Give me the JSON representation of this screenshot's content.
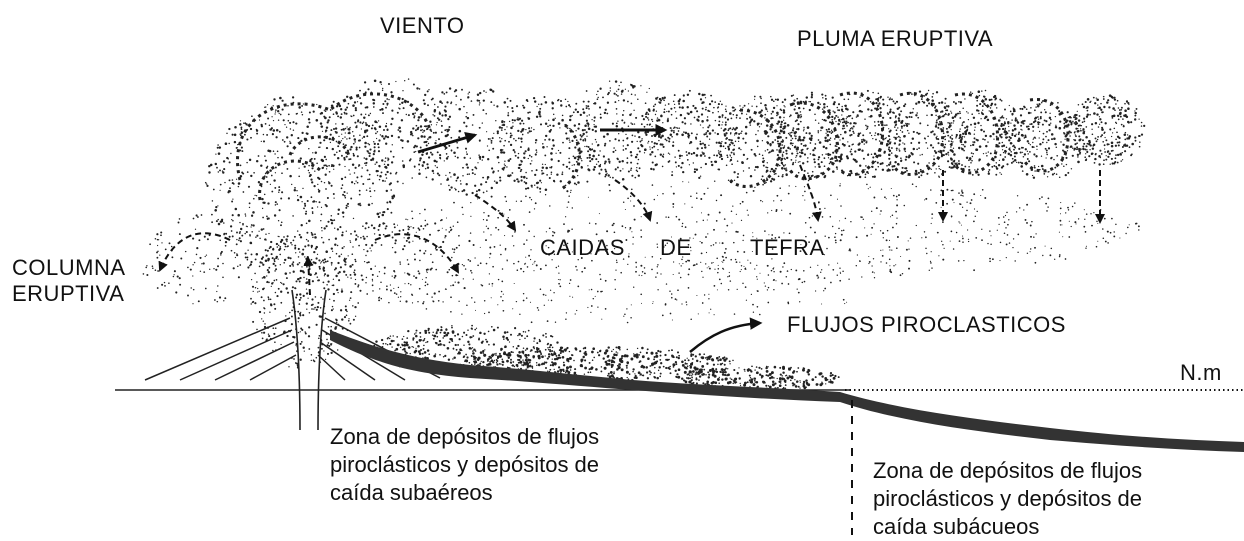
{
  "labels": {
    "viento": "VIENTO",
    "pluma": "PLUMA ERUPTIVA",
    "columna_line1": "COLUMNA",
    "columna_line2": "ERUPTIVA",
    "caidas_1": "CAIDAS",
    "caidas_2": "DE",
    "caidas_3": "TEFRA",
    "flujos": "FLUJOS PIROCLASTICOS",
    "nivel_mar": "N.m"
  },
  "captions": {
    "subaereo": [
      "Zona de depósitos de flujos",
      "piroclásticos y depósitos de",
      "caída subaéreos"
    ],
    "subacueo": [
      "Zona de depósitos de flujos",
      "piroclásticos y depósitos de",
      "caída subácueos"
    ]
  },
  "colors": {
    "ink": "#111111",
    "background": "#ffffff"
  }
}
